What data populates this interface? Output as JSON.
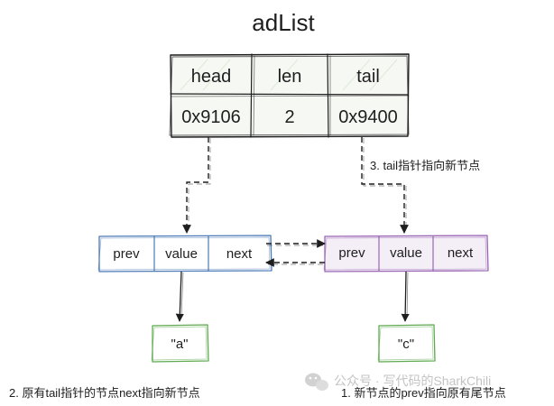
{
  "title": "adList",
  "adlist_table": {
    "headers": [
      "head",
      "len",
      "tail"
    ],
    "values": [
      "0x9106",
      "2",
      "0x9400"
    ]
  },
  "old_node": {
    "fields": [
      "prev",
      "value",
      "next"
    ],
    "value_label": "\"a\""
  },
  "new_node": {
    "fields": [
      "prev",
      "value",
      "next"
    ],
    "value_label": "\"c\""
  },
  "annotations": {
    "tail_to_new": "3. tail指针指向新节点",
    "old_next_to_new": "2. 原有tail指针的节点next指向新节点",
    "new_prev_to_old": "1. 新节点的prev指向原有尾节点"
  },
  "watermark": "公众号 · 写代码的SharkChili",
  "colors": {
    "stroke": "#1e1e1e",
    "table_fill": "#eef3e9",
    "old_node_stroke": "#4a78b5",
    "new_node_stroke": "#9966b4",
    "new_node_fill": "#f4eef7",
    "value_box_stroke": "#5ea94f",
    "watermark": "#b0b0b0"
  },
  "icons": [
    "wechat-icon"
  ]
}
